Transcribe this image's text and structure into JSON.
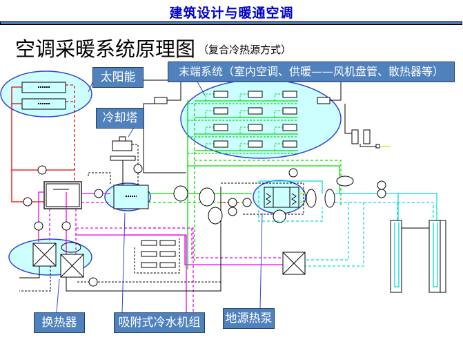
{
  "header": {
    "title": "建筑设计与暖通空调",
    "title_color": "#0000cc",
    "bar_color": "#4a78b8"
  },
  "page": {
    "title": "空调采暖系统原理图",
    "subtitle": "（复合冷热源方式）"
  },
  "callouts": {
    "solar": "太阳能",
    "cooling_tower": "冷却塔",
    "terminal_system": "末端系统（室内空调、供暖——风机盘管、散热器等）",
    "heat_exchanger": "换热器",
    "adsorption_chiller": "吸附式冷水机组",
    "ground_source_heat_pump": "地源热泵"
  },
  "colors": {
    "callout_fill": "#4f81bd",
    "highlight_fill": "#ccffff",
    "highlight_stroke": "#3344dd",
    "pipe_solar": "#ee0000",
    "pipe_heating": "#ee00ee",
    "pipe_chilled": "#00dd00",
    "pipe_ground": "#00dddd",
    "pipe_generic": "#000000"
  },
  "diagram": {
    "components": [
      {
        "id": "solar-collector-1",
        "group": "solar"
      },
      {
        "id": "solar-collector-2",
        "group": "solar"
      },
      {
        "id": "hot-water-tank",
        "group": "storage"
      },
      {
        "id": "cooling-tower",
        "group": "cooling"
      },
      {
        "id": "adsorption-chiller-unit",
        "group": "chiller"
      },
      {
        "id": "heat-exchanger-1",
        "group": "exchanger"
      },
      {
        "id": "heat-exchanger-2",
        "group": "exchanger"
      },
      {
        "id": "ground-source-heat-pump-unit",
        "group": "heat-pump"
      },
      {
        "id": "plate-heat-exchanger",
        "group": "exchanger"
      },
      {
        "id": "borehole-1",
        "group": "ground-loop"
      },
      {
        "id": "borehole-2",
        "group": "ground-loop"
      },
      {
        "id": "expansion-tanks",
        "group": "auxiliary"
      }
    ],
    "fan_coil_grid": {
      "rows": 4,
      "columns": 3
    },
    "radiator_grid": {
      "rows": 3,
      "columns": 2
    }
  }
}
